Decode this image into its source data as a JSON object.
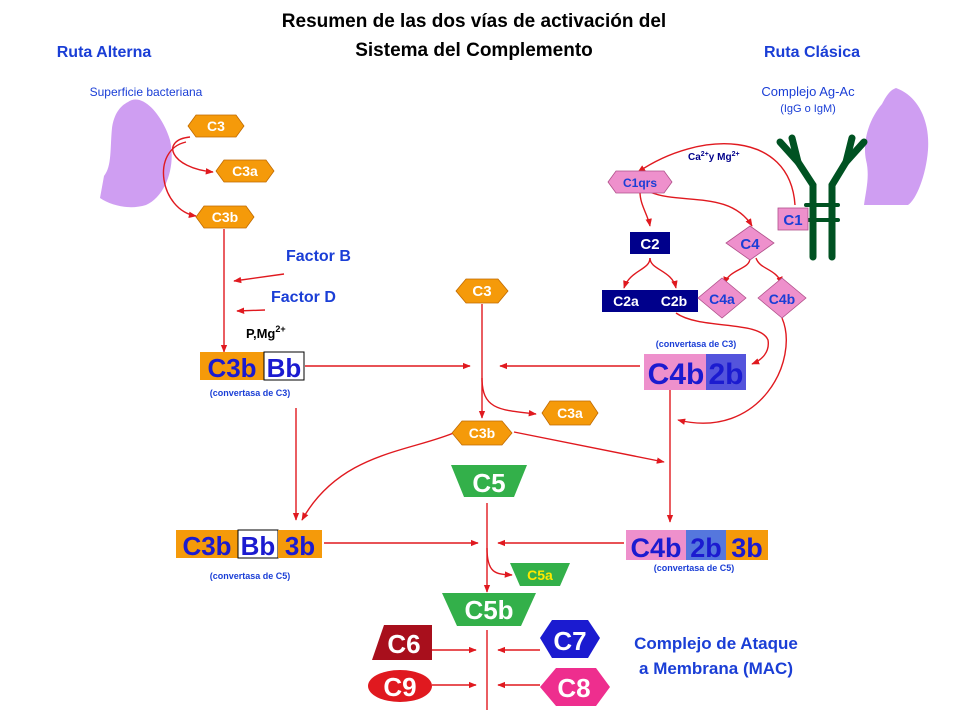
{
  "title": {
    "line1": "Resumen de las dos vías de activación del",
    "line2": "Sistema del Complemento"
  },
  "alternate": {
    "heading": "Ruta Alterna",
    "surface_label": "Superficie bacteriana",
    "c3": "C3",
    "c3a": "C3a",
    "c3b": "C3b",
    "factor_b": "Factor B",
    "factor_d": "Factor D",
    "p_mg": "P,Mg",
    "p_mg_sup": "2+",
    "conv_c3_left": "C3b",
    "conv_c3_right": "Bb",
    "conv_c3_label": "(convertasa de C3)",
    "conv_c5_a": "C3b",
    "conv_c5_b": "Bb",
    "conv_c5_c": "3b",
    "conv_c5_label": "(convertasa de C5)"
  },
  "classical": {
    "heading": "Ruta Clásica",
    "complex_label": "Complejo Ag-Ac",
    "complex_sub": "(IgG o IgM)",
    "c1": "C1",
    "c1qrs": "C1qrs",
    "ca_mg": "Ca",
    "ca_sup": "2+",
    "ca_y": "y Mg",
    "mg_sup": "2+",
    "c2": "C2",
    "c4": "C4",
    "c2a": "C2a",
    "c2b": "C2b",
    "c4a": "C4a",
    "c4b": "C4b",
    "conv_c3_top_label": "(convertasa de C3)",
    "conv_c3_a": "C4b",
    "conv_c3_b": "2b",
    "conv_c5_a": "C4b",
    "conv_c5_b": "2b",
    "conv_c5_c": "3b",
    "conv_c5_label": "(convertasa de C5)"
  },
  "center": {
    "c3": "C3",
    "c3a": "C3a",
    "c3b": "C3b",
    "c5": "C5",
    "c5a": "C5a",
    "c5b": "C5b",
    "c6": "C6",
    "c7": "C7",
    "c8": "C8",
    "c9": "C9",
    "mac_line1": "Complejo de Ataque",
    "mac_line2": "a Membrana (MAC)"
  },
  "colors": {
    "heading_blue": "#1a3ed6",
    "arrow_red": "#e0191f",
    "orange": "#f59a0a",
    "lavender": "#cf9ef2",
    "navy": "#00008b",
    "pink": "#ee90cc",
    "dark_green": "#005222",
    "green": "#33b04a",
    "crimson": "#a80f1c",
    "c8_pink": "#ee2e8e",
    "c3b_blue": "#1b1bd0"
  }
}
